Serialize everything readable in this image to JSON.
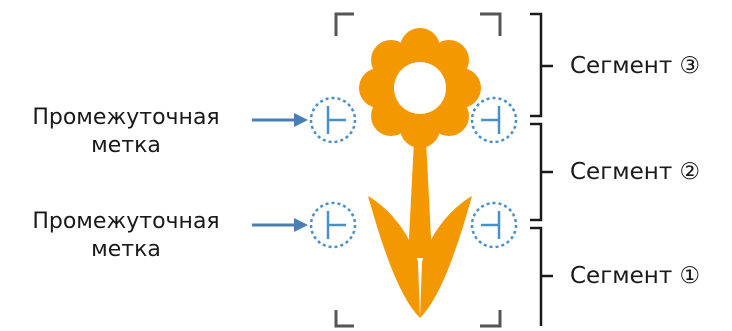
{
  "diagram": {
    "intermediate_labels": [
      {
        "line1": "Промежуточная",
        "line2": "метка"
      },
      {
        "line1": "Промежуточная",
        "line2": "метка"
      }
    ],
    "segments": [
      {
        "label": "Сегмент ③"
      },
      {
        "label": "Сегмент ②"
      },
      {
        "label": "Сегмент ①"
      }
    ],
    "icons": {
      "flower": "flower-icon",
      "mark": "intermediate-mark-icon",
      "bracket": "segment-bracket"
    },
    "colors": {
      "flower": "#F39800",
      "mark": "#4A90C8",
      "arrow": "#4A7FB5",
      "bracket": "#1a1a1a",
      "corner": "#555555"
    }
  }
}
